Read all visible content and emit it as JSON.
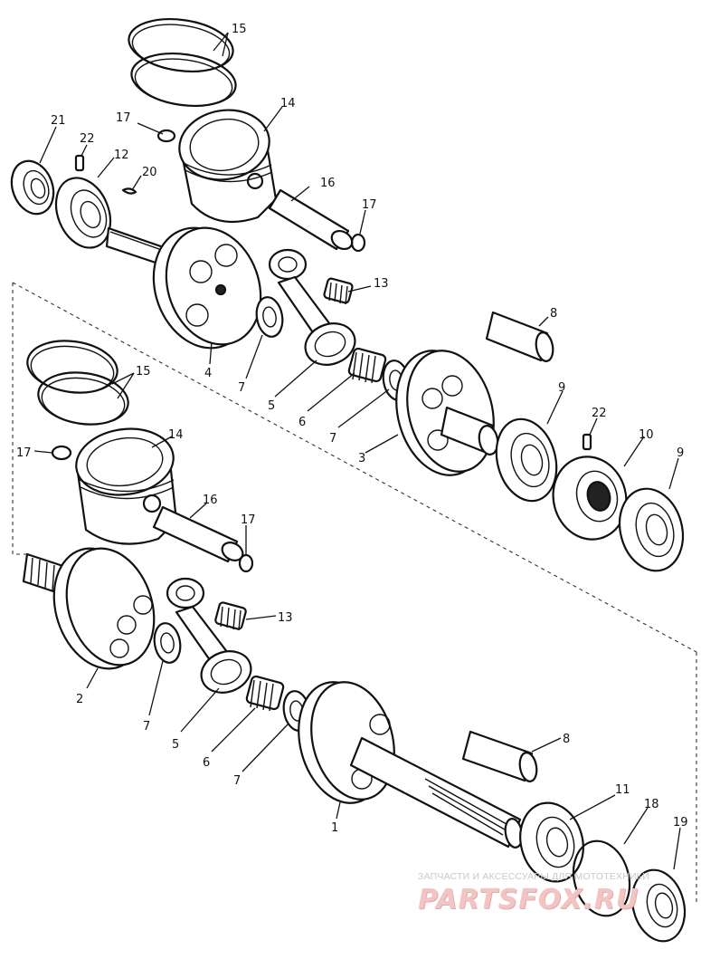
{
  "diagram": {
    "callouts": {
      "c15_top": "15",
      "c14_top": "14",
      "c17_top_left": "17",
      "c21": "21",
      "c22_top": "22",
      "c12": "12",
      "c20": "20",
      "c16_top": "16",
      "c17_top_right": "17",
      "c13_top": "13",
      "c8_top": "8",
      "c4": "4",
      "c7_top_a": "7",
      "c5_top": "5",
      "c6_top": "6",
      "c7_top_b": "7",
      "c3": "3",
      "c9_a": "9",
      "c22_mid": "22",
      "c10": "10",
      "c9_b": "9",
      "c15_bottom": "15",
      "c14_bottom": "14",
      "c17_bottom_left": "17",
      "c16_bottom": "16",
      "c17_bottom_right": "17",
      "c13_bottom": "13",
      "c2": "2",
      "c7_bottom_a": "7",
      "c5_bottom": "5",
      "c6_bottom": "6",
      "c7_bottom_b": "7",
      "c8_bottom": "8",
      "c1": "1",
      "c11": "11",
      "c18": "18",
      "c19": "19"
    }
  },
  "watermark": {
    "tagline": "ЗАПЧАСТИ И АКСЕССУАРЫ ДЛЯ МОТОТЕХНИКИ",
    "logo": "PARTSFOX.RU"
  }
}
